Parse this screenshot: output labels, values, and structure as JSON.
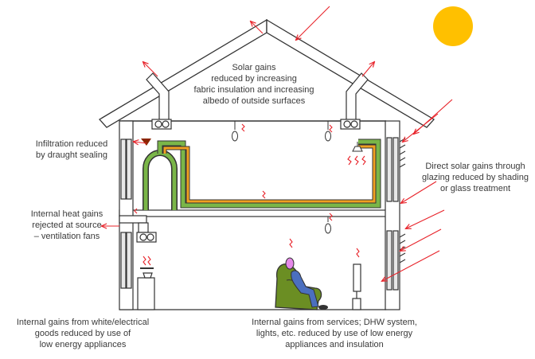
{
  "labels": {
    "solar_gains": {
      "lines": [
        "Solar gains",
        "reduced by increasing",
        "fabric insulation and increasing",
        "albedo of outside surfaces"
      ]
    },
    "infiltration": {
      "lines": [
        "Infiltration reduced",
        "by draught sealing"
      ]
    },
    "direct_solar": {
      "lines": [
        "Direct solar gains through",
        "glazing reduced by shading",
        "or glass treatment"
      ]
    },
    "internal_heat": {
      "lines": [
        "Internal heat gains",
        "rejected at source",
        "– ventilation fans"
      ]
    },
    "white_goods": {
      "lines": [
        "Internal gains from white/electrical",
        "goods reduced by use of",
        "low energy appliances"
      ]
    },
    "services": {
      "lines": [
        "Internal gains from services; DHW system,",
        "lights, etc. reduced by use of low energy",
        "appliances and insulation"
      ]
    }
  },
  "colors": {
    "line": "#333333",
    "heat_arrow": "#e8232a",
    "sun": "#ffc000",
    "pipe_green": "#7ab648",
    "pipe_orange": "#f0a020",
    "chair": "#6b8e23",
    "person_body": "#4b6fbf",
    "person_head": "#e589e8"
  },
  "icons": [
    "sun-icon",
    "fan-icon",
    "light-bulb-icon",
    "shower-icon",
    "radiator-icon",
    "appliance-icon",
    "heater-icon",
    "armchair-icon",
    "person-icon",
    "wall-window-icon"
  ]
}
